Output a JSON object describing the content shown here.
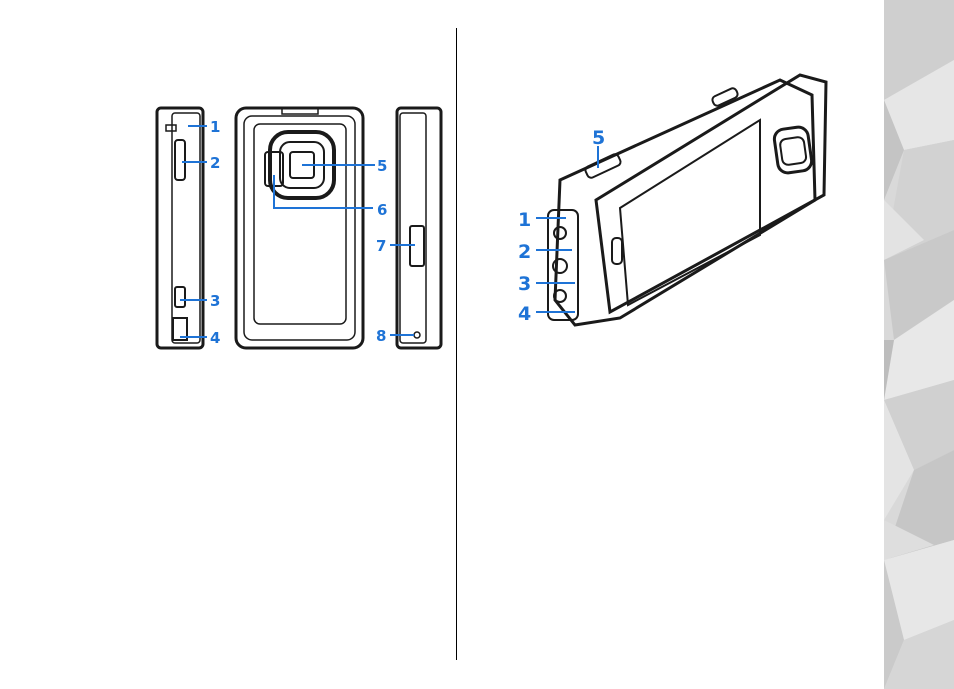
{
  "left_figure": {
    "callouts": [
      "1",
      "2",
      "3",
      "4",
      "5",
      "6",
      "7",
      "8"
    ]
  },
  "right_figure": {
    "callouts": [
      "1",
      "2",
      "3",
      "4",
      "5"
    ]
  },
  "colors": {
    "callout": "#1e73d6",
    "device_line": "#1a1a1a",
    "side_band": "#d9d9d9"
  }
}
